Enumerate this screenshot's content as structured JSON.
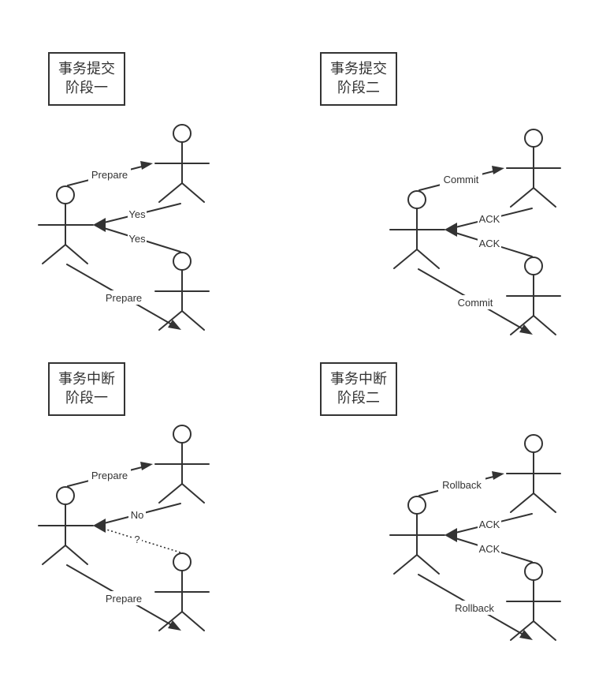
{
  "colors": {
    "stroke": "#333333",
    "background": "#ffffff"
  },
  "panels": {
    "commit1": {
      "title1": "事务提交",
      "title2": "阶段一",
      "msg_out": "Prepare",
      "reply1": "Yes",
      "reply2": "Yes",
      "msg_out2": "Prepare"
    },
    "commit2": {
      "title1": "事务提交",
      "title2": "阶段二",
      "msg_out": "Commit",
      "reply1": "ACK",
      "reply2": "ACK",
      "msg_out2": "Commit"
    },
    "abort1": {
      "title1": "事务中断",
      "title2": "阶段一",
      "msg_out": "Prepare",
      "reply1": "No",
      "reply2": "?",
      "msg_out2": "Prepare"
    },
    "abort2": {
      "title1": "事务中断",
      "title2": "阶段二",
      "msg_out": "Rollback",
      "reply1": "ACK",
      "reply2": "ACK",
      "msg_out2": "Rollback"
    }
  }
}
